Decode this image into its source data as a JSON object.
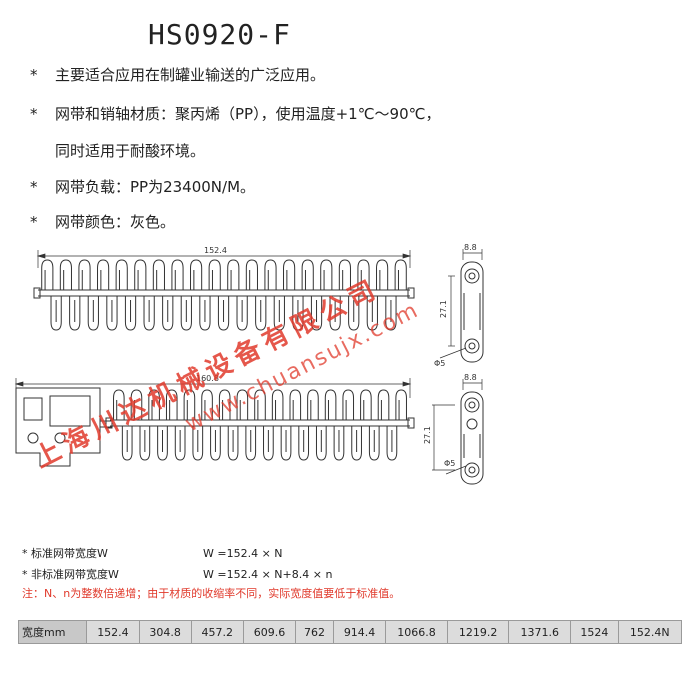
{
  "title": "HS0920-F",
  "bullets": [
    {
      "star": "*",
      "text": "主要适合应用在制罐业输送的广泛应用。"
    },
    {
      "star": "*",
      "text": "网带和销轴材质：聚丙烯（PP），使用温度+1℃～90℃，",
      "cont": "同时适用于耐酸环境。"
    },
    {
      "star": "*",
      "text": "网带负载：PP为23400N/M。"
    },
    {
      "star": "*",
      "text": "网带颜色：灰色。"
    }
  ],
  "drawing": {
    "top_width": "152.4",
    "bottom_width": "160.8",
    "side_width_top": "8.8",
    "side_width_bottom": "8.8",
    "pitch_top": "27.1",
    "pitch_bottom": "27.1",
    "hole_top": "Φ5",
    "hole_bottom": "Φ5",
    "stroke": "#333333"
  },
  "watermark": {
    "text": "上海川达机械设备有限公司",
    "url": "www.chuansujx.com",
    "color": "#e0392b"
  },
  "specs": [
    {
      "star": "*",
      "label": "标准网带宽度W",
      "formula": "W =152.4 × N"
    },
    {
      "star": "*",
      "label": "非标准网带宽度W",
      "formula": "W =152.4 × N+8.4 × n"
    }
  ],
  "note": "注：N、n为整数倍递增；由于材质的收缩率不同，实际宽度值要低于标准值。",
  "width_table": {
    "header": "宽度mm",
    "values": [
      "152.4",
      "304.8",
      "457.2",
      "609.6",
      "762",
      "914.4",
      "1066.8",
      "1219.2",
      "1371.6",
      "1524",
      "152.4N"
    ]
  }
}
